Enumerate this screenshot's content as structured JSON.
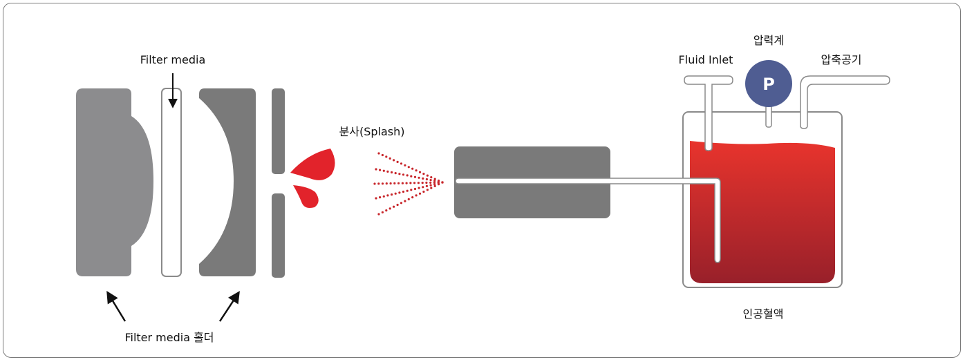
{
  "labels": {
    "filter_media": "Filter media",
    "filter_media_holder": "Filter media 홀더",
    "splash": "분사(Splash)",
    "fluid_inlet": "Fluid Inlet",
    "pressure_gauge": "압력계",
    "compressed_air": "압축공기",
    "artificial_blood": "인공혈액",
    "gauge_symbol": "P"
  },
  "colors": {
    "holder_light": "#8c8c8e",
    "holder_dark": "#7a7a7a",
    "blood_top": "#e5322d",
    "blood_bottom": "#9b1f26",
    "gauge": "#4f5d92",
    "spray": "#c8262b"
  }
}
